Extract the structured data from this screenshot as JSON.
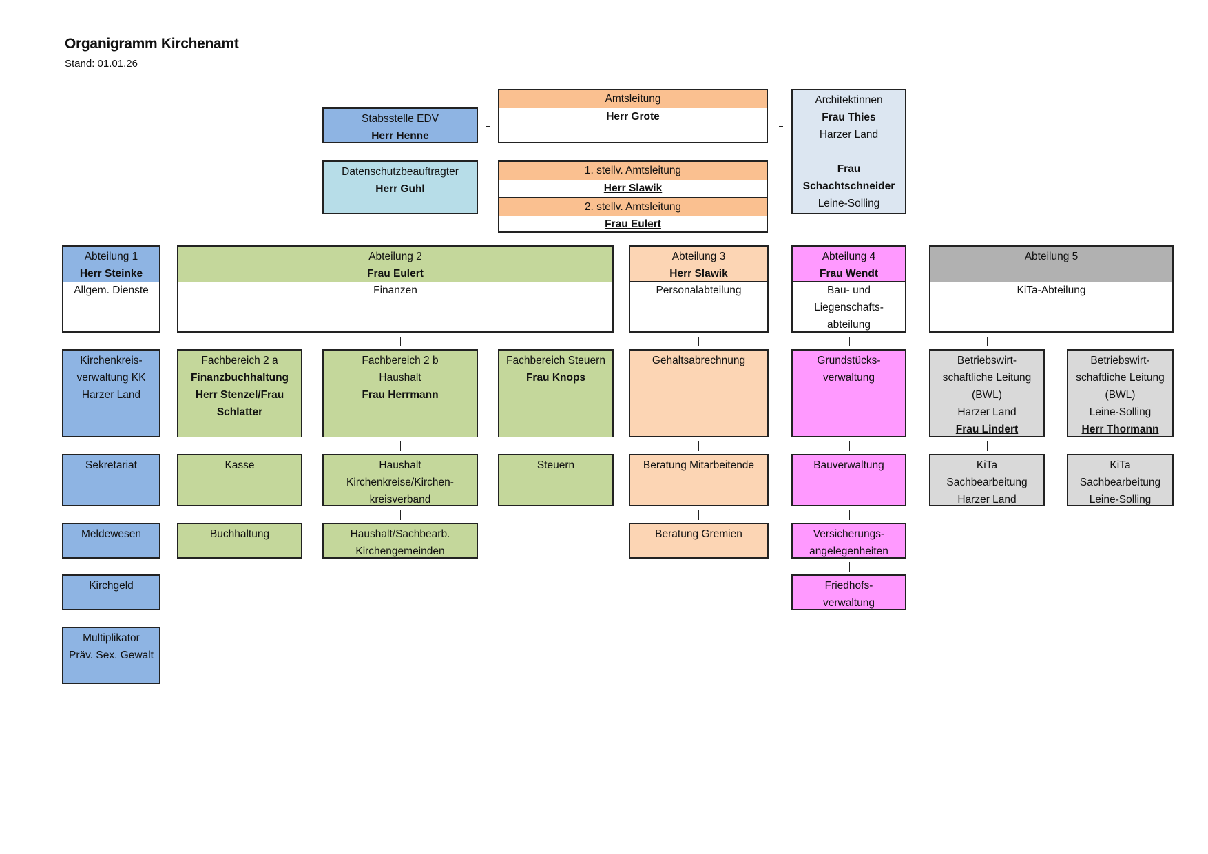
{
  "header": {
    "title": "Organigramm Kirchenamt",
    "stand": "Stand: 01.01.26"
  },
  "colors": {
    "abteilung1": "#8eb4e3",
    "abteilung2": "#c4d79b",
    "abteilung3": "#fcd5b4",
    "abteilung4": "#ff99ff",
    "abteilung5": "#b1b1b1",
    "leitung": "#fac090",
    "datenschutz": "#b7dde8",
    "architekten": "#dce6f1",
    "kita_units": "#d9d9d9"
  },
  "top": {
    "stabsstelle": {
      "label": "Stabsstelle EDV",
      "person": "Herr Henne"
    },
    "datenschutz": {
      "label": "Datenschutzbeauftragter",
      "person": "Herr Guhl"
    },
    "amtsleitung": {
      "label": "Amtsleitung",
      "person": "Herr Grote"
    },
    "stellv1": {
      "label": "1. stellv. Amtsleitung",
      "person": "Herr Slawik"
    },
    "stellv2": {
      "label": "2. stellv. Amtsleitung",
      "person": "Frau Eulert"
    },
    "architekten": {
      "label": "Architektinnen",
      "person1": "Frau Thies",
      "region1": "Harzer Land",
      "person2_line1": "Frau",
      "person2_line2": "Schachtschneider",
      "region2": "Leine-Solling"
    },
    "separator": "-"
  },
  "departments": {
    "a1": {
      "label": "Abteilung 1",
      "head": "Herr Steinke",
      "name": "Allgem. Dienste"
    },
    "a2": {
      "label": "Abteilung 2",
      "head": "Frau Eulert",
      "name": "Finanzen"
    },
    "a3": {
      "label": "Abteilung 3",
      "head": "Herr Slawik",
      "name": "Personalabteilung"
    },
    "a4": {
      "label": "Abteilung 4",
      "head": "Frau Wendt",
      "name_lines": [
        "Bau- und",
        "Liegenschafts-",
        "abteilung"
      ]
    },
    "a5": {
      "label": "Abteilung 5",
      "head": "",
      "name": "KiTa-Abteilung"
    }
  },
  "units": {
    "a1": {
      "kkv": [
        "Kirchenkreis-",
        "verwaltung KK",
        "Harzer Land"
      ],
      "sekretariat": "Sekretariat",
      "meldewesen": "Meldewesen",
      "kirchgeld": "Kirchgeld",
      "multiplikator": [
        "Multiplikator",
        "Präv. Sex. Gewalt"
      ]
    },
    "a2": {
      "fb2a": [
        "Fachbereich 2 a",
        "Finanzbuchhaltung",
        "Herr Stenzel/Frau",
        "Schlatter"
      ],
      "kasse": "Kasse",
      "buchhaltung": "Buchhaltung",
      "fb2b": [
        "Fachbereich 2 b",
        "Haushalt",
        "Frau Herrmann"
      ],
      "haushalt_kk": [
        "Haushalt",
        "Kirchenkreise/Kirchen-",
        "kreisverband"
      ],
      "haushalt_kg": [
        "Haushalt/Sachbearb.",
        "Kirchengemeinden"
      ],
      "fb_steuern": [
        "Fachbereich Steuern",
        "Frau Knops"
      ],
      "steuern": "Steuern"
    },
    "a3": {
      "gehalt": "Gehaltsabrechnung",
      "beratung_ma": "Beratung Mitarbeitende",
      "beratung_gremien": "Beratung Gremien"
    },
    "a4": {
      "grundstueck": [
        "Grundstücks-",
        "verwaltung"
      ],
      "bau": "Bauverwaltung",
      "versicherung": [
        "Versicherungs-",
        "angelegenheiten"
      ],
      "friedhof": [
        "Friedhofs-",
        "verwaltung"
      ]
    },
    "a5": {
      "bwl_hl": [
        "Betriebswirt-",
        "schaftliche Leitung",
        "(BWL)",
        "Harzer Land",
        "Frau Lindert"
      ],
      "bwl_ls": [
        "Betriebswirt-",
        "schaftliche Leitung",
        "(BWL)",
        "Leine-Solling",
        "Herr Thormann"
      ],
      "kita_hl": [
        "KiTa",
        "Sachbearbeitung",
        "Harzer Land"
      ],
      "kita_ls": [
        "KiTa",
        "Sachbearbeitung",
        "Leine-Solling"
      ]
    }
  }
}
